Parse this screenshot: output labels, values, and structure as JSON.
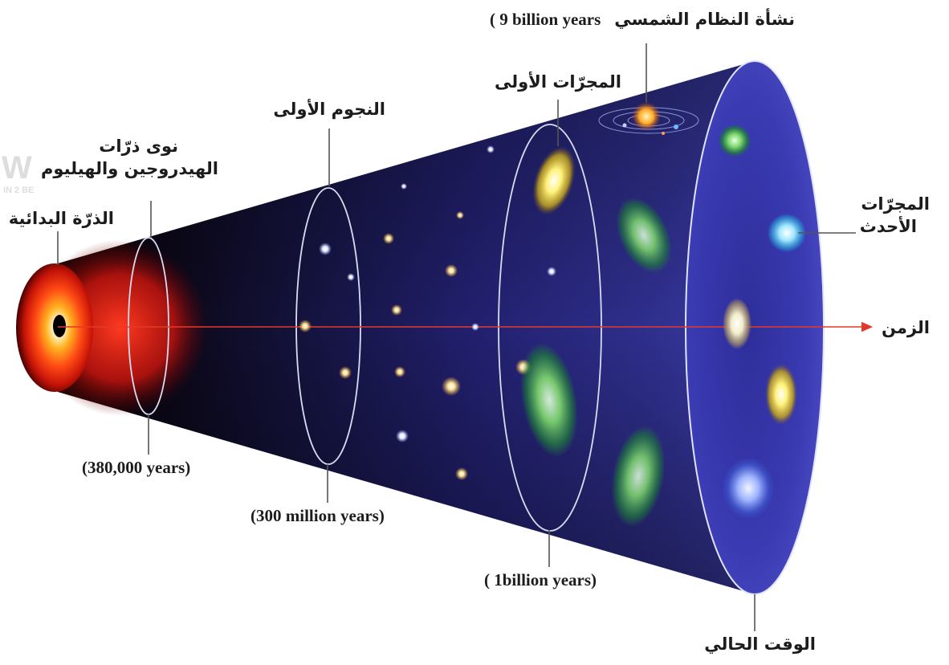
{
  "labels": {
    "singularity": "الذرّة البدائية",
    "nuclei_line1": "نوى ذرّات",
    "nuclei_line2": "الهيدروجين والهيليوم",
    "first_stars": "النجوم الأولى",
    "first_galaxies": "المجرّات الأولى",
    "solar_system": "نشأة النظام الشمسي",
    "solar_system_time": "( 9 billion years",
    "newer_galaxies_line1": "المجرّات",
    "newer_galaxies_line2": "الأحدث",
    "time_axis": "الزمن",
    "present": "الوقت الحالي",
    "t_380k": "(380,000 years)",
    "t_300m": "(300 million years)",
    "t_1b": "( 1billion years)"
  },
  "watermark": {
    "line1": "W",
    "line2": "IN 2 BE"
  },
  "colors": {
    "cone_dark": "#0b0a22",
    "cone_indigo": "#2a2a86",
    "cone_rim": "#4646b4",
    "fireball_red": "#e8241c",
    "fireball_yellow": "#ffcf3a",
    "time_arrow": "#e23a2a",
    "ring_stroke": "#d8dcf0",
    "leader_line": "#555555",
    "text": "#1c1c1c"
  }
}
